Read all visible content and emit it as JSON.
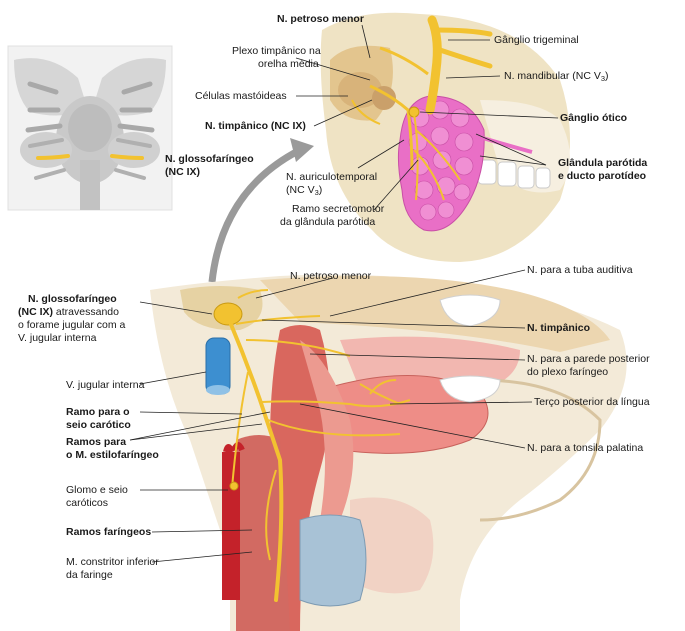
{
  "labels": {
    "n_petroso_menor_top": "N. petroso menor",
    "ganglio_trigeminal": "Gânglio trigeminal",
    "plexo_timpanico_1": "Plexo timpânico na",
    "plexo_timpanico_2": "orelha média",
    "n_mandibular_text": "N. mandibular (NC V",
    "n_mandibular_sub": "3",
    "n_mandibular_close": ")",
    "celulas_mastoideas": "Células mastóideas",
    "ganglio_otico": "Gânglio ótico",
    "n_timpanico_top": "N. timpânico (NC IX)",
    "n_glossofaringeo_top_1": "N. glossofaríngeo",
    "n_glossofaringeo_top_2": "(NC IX)",
    "glandula_parotida_1": "Glândula parótida",
    "glandula_parotida_2": "e ducto parotídeo",
    "n_auriculotemporal_1": "N. auriculotemporal",
    "n_auriculotemporal_2": "(NC V",
    "n_auriculotemporal_sub": "3",
    "n_auriculotemporal_close": ")",
    "ramo_secretomotor_1": "Ramo secretomotor",
    "ramo_secretomotor_2": "da glândula parótida",
    "n_petroso_menor_mid": "N. petroso menor",
    "n_tuba_auditiva": "N. para a tuba auditiva",
    "n_glossofaringeo_main_1": "N. glossofaríngeo",
    "n_glossofaringeo_main_2a": "(NC IX)",
    "n_glossofaringeo_main_2b": " atravessando",
    "n_glossofaringeo_main_3": "o forame jugular com a",
    "n_glossofaringeo_main_4": "V. jugular interna",
    "n_timpanico_mid": "N. timpânico",
    "n_parede_posterior_1": "N. para a parede posterior",
    "n_parede_posterior_2": "do plexo faríngeo",
    "v_jugular_interna": "V. jugular interna",
    "terco_posterior": "Terço posterior da língua",
    "ramo_seio_carotico_1": "Ramo para o",
    "ramo_seio_carotico_2": "seio carótico",
    "ramos_estilofaringeo_1": "Ramos para",
    "ramos_estilofaringeo_2": "o M. estilofaríngeo",
    "n_tonsila_palatina": "N. para a tonsila palatina",
    "glomo_seio_1": "Glomo e seio",
    "glomo_seio_2": "caróticos",
    "ramos_faringeos": "Ramos faríngeos",
    "m_constritor_1": "M. constritor inferior",
    "m_constritor_2": "da faringe"
  },
  "colors": {
    "nerve": "#f2c230",
    "nerve_outline": "#c99a12",
    "parotid": "#e96fc6",
    "muscle": "#d9675e",
    "muscle_light": "#ec9a90",
    "bone": "#ead6a6",
    "artery": "#c4222a",
    "vein": "#3d8fd0",
    "cartilage": "#a8c2d6",
    "leader": "#222222",
    "arrow": "#9a9a9a"
  }
}
